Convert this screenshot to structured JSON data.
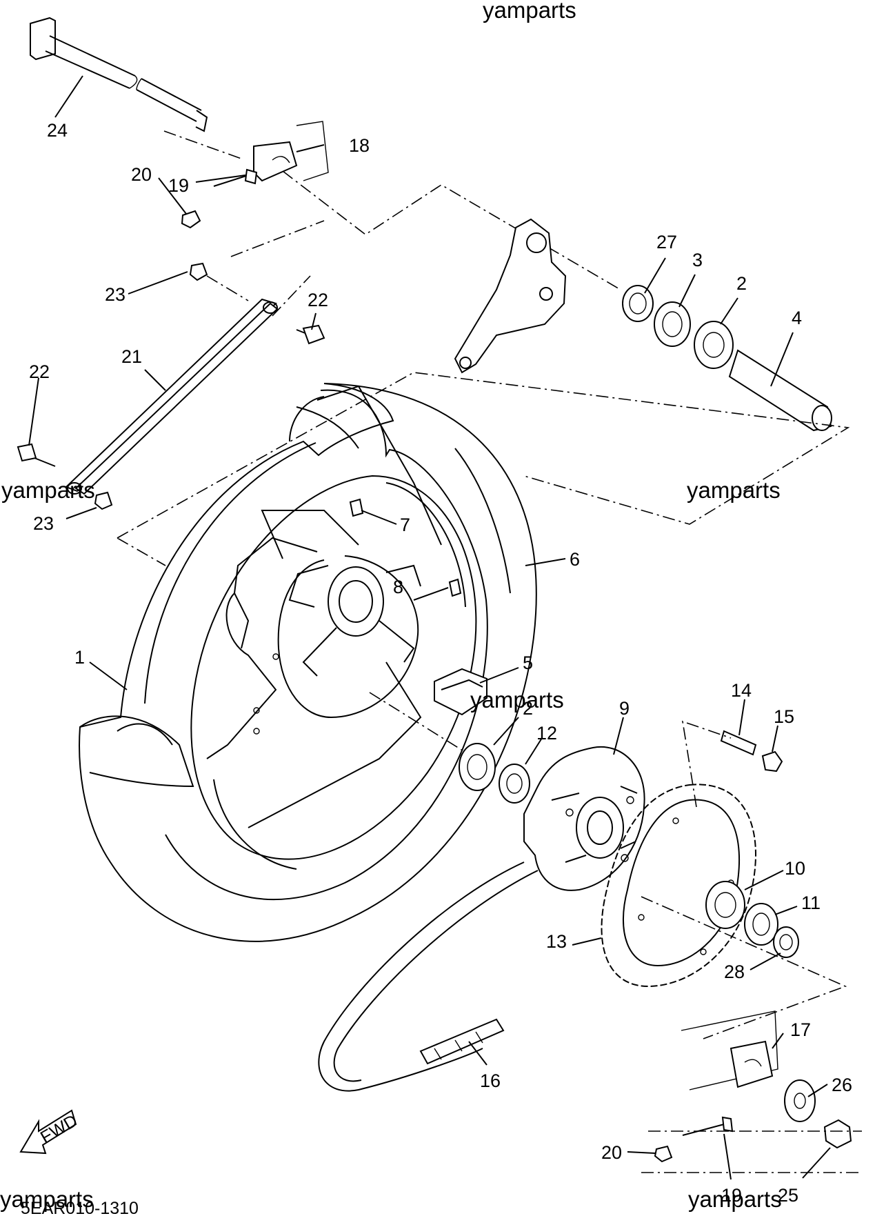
{
  "watermarks": {
    "top": "yamparts",
    "left_mid": "yamparts",
    "right_mid": "yamparts",
    "center": "yamparts",
    "bottom_left": "yamparts",
    "bottom_right": "yamparts"
  },
  "diagram_code": "5EAR010-1310",
  "fwd_label": "FWD",
  "callouts": {
    "c24": "24",
    "c18": "18",
    "c19a": "19",
    "c20a": "20",
    "c27": "27",
    "c3": "3",
    "c2a": "2",
    "c4": "4",
    "c23a": "23",
    "c22a": "22",
    "c21": "21",
    "c22b": "22",
    "c23b": "23",
    "c7": "7",
    "c6": "6",
    "c8": "8",
    "c1": "1",
    "c5": "5",
    "c2b": "2",
    "c12": "12",
    "c9": "9",
    "c14": "14",
    "c15": "15",
    "c10": "10",
    "c11": "11",
    "c13": "13",
    "c28": "28",
    "c16": "16",
    "c17": "17",
    "c26": "26",
    "c20b": "20",
    "c19b": "19",
    "c25": "25"
  }
}
